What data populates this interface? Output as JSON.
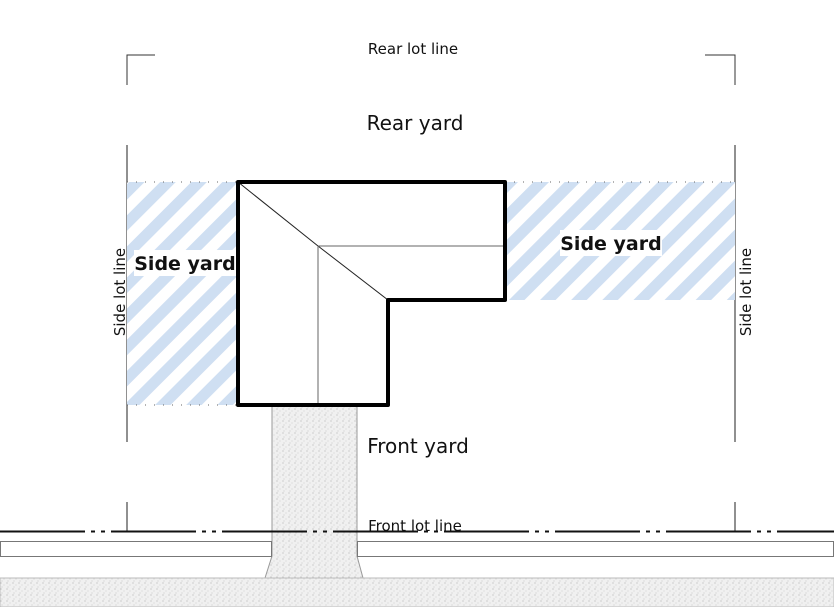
{
  "labels": {
    "rear_lot_line": "Rear lot line",
    "rear_yard": "Rear yard",
    "side_yard_left": "Side yard",
    "side_yard_right": "Side yard",
    "side_lot_line_left": "Side lot line",
    "side_lot_line_right": "Side lot line",
    "front_yard": "Front yard",
    "front_lot_line": "Front lot line"
  },
  "colors": {
    "hatch": "#cfdff2",
    "building_outline": "#000000",
    "pavement": "#ececec"
  }
}
